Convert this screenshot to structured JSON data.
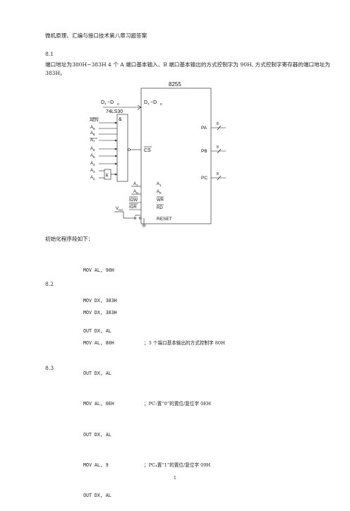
{
  "doc_title": "微机原理、汇编与接口技术第八章习题答案",
  "sections": {
    "s81": {
      "num": "8.1",
      "text": "端口地址为380H~383H 4 个 A 端口基本输入、B 端口基本输出的方式控制字为 90H, 方式控制字寄存器的端口地址为 383H。"
    },
    "init_label": "初始化程序段如下：",
    "code1": [
      "MOV AL, 90H",
      "MOV DX, 383H",
      "OUT DX, AL"
    ],
    "s82": {
      "num": "8.2"
    },
    "code2": [
      {
        "code": "MOV DX, 383H",
        "comment": ""
      },
      {
        "code": "MOV AL, 80H",
        "comment": "；3 个端口基本输出的方式控制字 80H"
      },
      {
        "code": "OUT DX, AL",
        "comment": ""
      },
      {
        "code": "MOV AL, 0EH",
        "comment": "；PC₇置“0”的置位/复位字 0EH"
      },
      {
        "code": "OUT DX, AL",
        "comment": ""
      },
      {
        "code": "MOV AL, 9",
        "comment": "；PC₄置“1”的置位/复位字 09H"
      },
      {
        "code": "OUT DX, AL",
        "comment": ""
      }
    ],
    "s83": {
      "num": "8.3"
    }
  },
  "circuit": {
    "chip_name": "8255",
    "gate_name": "74LS30",
    "gate_symbol": "&",
    "small_gate_symbol": "&",
    "bus_left": "D",
    "bus_left_sub1": "7",
    "bus_tilde": "~D",
    "bus_left_sub2": "0",
    "bus_inside": "D",
    "bus_inside_sub1": "7",
    "bus_inside_tilde": "~D",
    "bus_inside_sub2": "0",
    "inputs": [
      {
        "base": "AEN",
        "sub": ""
      },
      {
        "base": "A",
        "sub": "9"
      },
      {
        "base": "A",
        "sub": "8"
      },
      {
        "base": "A",
        "sub": "7"
      },
      {
        "base": "A",
        "sub": "6"
      },
      {
        "base": "A",
        "sub": "5"
      },
      {
        "base": "A",
        "sub": "4"
      },
      {
        "base": "A",
        "sub": "3"
      },
      {
        "base": "A",
        "sub": "2"
      }
    ],
    "cs": "CS",
    "a1": {
      "base": "A",
      "sub": "1"
    },
    "a0": {
      "base": "A",
      "sub": "0"
    },
    "iow": "IOW",
    "ior": "IOR",
    "vcc": "V",
    "vcc_sub": "CC",
    "pins_right": [
      "A",
      "A",
      "WR",
      "RD",
      "RESET"
    ],
    "pin_a1_sub": "1",
    "pin_a0_sub": "0",
    "ports": [
      "PA",
      "PB",
      "PC"
    ],
    "bus_width": "8"
  },
  "page_number": "1"
}
